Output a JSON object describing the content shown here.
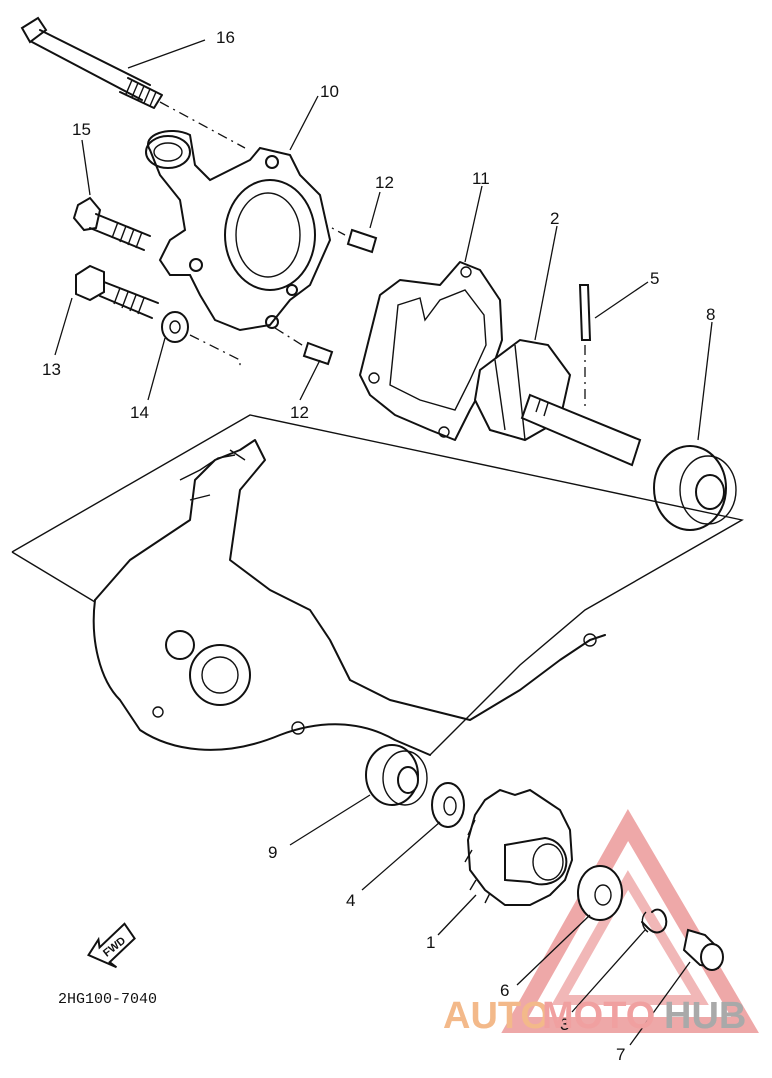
{
  "parts": [
    {
      "num": "16"
    },
    {
      "num": "10"
    },
    {
      "num": "15"
    },
    {
      "num": "12"
    },
    {
      "num": "11"
    },
    {
      "num": "2"
    },
    {
      "num": "5"
    },
    {
      "num": "8"
    },
    {
      "num": "13"
    },
    {
      "num": "14"
    },
    {
      "num": "12"
    },
    {
      "num": "9"
    },
    {
      "num": "4"
    },
    {
      "num": "1"
    },
    {
      "num": "6"
    },
    {
      "num": "3"
    },
    {
      "num": "7"
    }
  ],
  "diagram_code": "2HG100-7040",
  "fwd_label": "FWD",
  "watermark": {
    "auto": "AUTO",
    "moto": "MOTO",
    "hub": "HUB"
  },
  "colors": {
    "line": "#111111",
    "watermark_triangle": "#e06060",
    "watermark_auto": "#f3b98a",
    "watermark_hub": "#a9a9a9"
  }
}
